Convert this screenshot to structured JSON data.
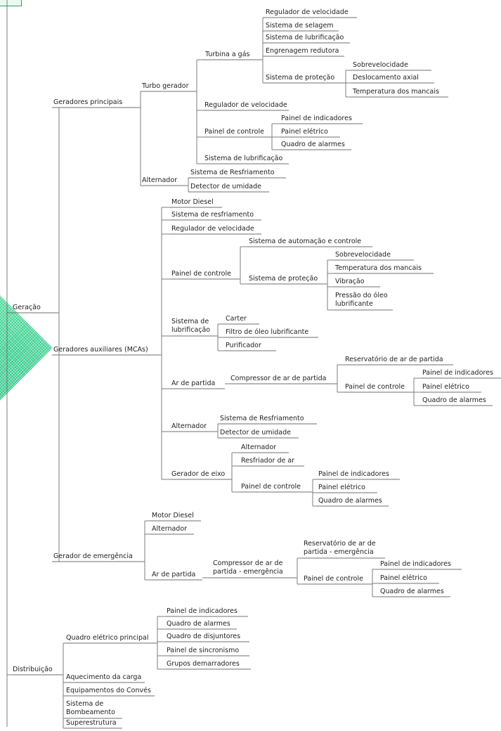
{
  "colors": {
    "diamond": "#19c07a",
    "line": "#6f6f6f"
  },
  "tree": {
    "label": "",
    "children": [
      {
        "label": "Geração",
        "children": [
          {
            "label": "Geradores principais",
            "children": [
              {
                "label": "Turbo gerador",
                "children": [
                  {
                    "label": "Turbina a gás",
                    "children": [
                      {
                        "label": "Regulador de velocidade"
                      },
                      {
                        "label": "Sistema de selagem"
                      },
                      {
                        "label": "Sistema de lubrificação"
                      },
                      {
                        "label": "Engrenagem redutora"
                      },
                      {
                        "label": "Sistema de proteção",
                        "children": [
                          {
                            "label": "Sobrevelocidade"
                          },
                          {
                            "label": "Deslocamento axial"
                          },
                          {
                            "label": "Temperatura dos mancais"
                          }
                        ]
                      }
                    ]
                  },
                  {
                    "label": "Regulador de velocidade"
                  },
                  {
                    "label": "Painel de controle",
                    "children": [
                      {
                        "label": "Painel de indicadores"
                      },
                      {
                        "label": "Painel elétrico"
                      },
                      {
                        "label": "Quadro de alarmes"
                      }
                    ]
                  },
                  {
                    "label": "Sistema de lubrificação"
                  }
                ]
              },
              {
                "label": "Alternador",
                "children": [
                  {
                    "label": "Sistema de Resfriamento"
                  },
                  {
                    "label": "Detector de umidade"
                  }
                ]
              }
            ]
          },
          {
            "label": "Geradores auxiliares (MCAs)",
            "children": [
              {
                "label": "Motor Diesel"
              },
              {
                "label": "Sistema de resfriamento"
              },
              {
                "label": "Regulador de velocidade"
              },
              {
                "label": "Painel de controle",
                "children": [
                  {
                    "label": "Sistema de automação e controle"
                  },
                  {
                    "label": "Sistema de proteção",
                    "children": [
                      {
                        "label": "Sobrevelocidade"
                      },
                      {
                        "label": "Temperatura dos mancais"
                      },
                      {
                        "label": "Vibração"
                      },
                      {
                        "label": "Pressão do óleo lubrificante"
                      }
                    ]
                  }
                ]
              },
              {
                "label": "Sistema de lubrificação",
                "children": [
                  {
                    "label": "Carter"
                  },
                  {
                    "label": "Filtro de óleo lubrificante"
                  },
                  {
                    "label": "Purificador"
                  }
                ]
              },
              {
                "label": "Ar de partida",
                "children": [
                  {
                    "label": "Compressor de ar de partida",
                    "children": [
                      {
                        "label": "Reservatório de ar de partida"
                      },
                      {
                        "label": "Painel de controle",
                        "children": [
                          {
                            "label": "Painel de indicadores"
                          },
                          {
                            "label": "Painel elétrico"
                          },
                          {
                            "label": "Quadro de alarmes"
                          }
                        ]
                      }
                    ]
                  }
                ]
              },
              {
                "label": "Alternador",
                "children": [
                  {
                    "label": "Sistema de Resfriamento"
                  },
                  {
                    "label": "Detector de umidade"
                  }
                ]
              },
              {
                "label": "Gerador de eixo",
                "children": [
                  {
                    "label": "Alternador"
                  },
                  {
                    "label": "Resfriador de ar"
                  },
                  {
                    "label": "Painel de controle",
                    "children": [
                      {
                        "label": "Painel de indicadores"
                      },
                      {
                        "label": "Painel elétrico"
                      },
                      {
                        "label": "Quadro de alarmes"
                      }
                    ]
                  }
                ]
              }
            ]
          },
          {
            "label": "Gerador de emergência",
            "children": [
              {
                "label": "Motor Diesel"
              },
              {
                "label": "Alternador"
              },
              {
                "label": "Ar de partida",
                "children": [
                  {
                    "label": "Compressor de ar de partida - emergência",
                    "children": [
                      {
                        "label": "Reservatório de ar de partida - emergência"
                      },
                      {
                        "label": "Painel de controle",
                        "children": [
                          {
                            "label": "Painel de indicadores"
                          },
                          {
                            "label": "Painel elétrico"
                          },
                          {
                            "label": "Quadro de alarmes"
                          }
                        ]
                      }
                    ]
                  }
                ]
              }
            ]
          }
        ]
      },
      {
        "label": "Distribuição",
        "children": [
          {
            "label": "Quadro elétrico principal",
            "children": [
              {
                "label": "Painel de indicadores"
              },
              {
                "label": "Quadro de alarmes"
              },
              {
                "label": "Quadro de disjuntores"
              },
              {
                "label": "Painel de sincronismo"
              },
              {
                "label": "Grupos demarradores"
              }
            ]
          },
          {
            "label": "Aquecimento da carga"
          },
          {
            "label": "Equipamentos do Convés"
          },
          {
            "label": "Sistema de Bombeamento"
          },
          {
            "label": "Superestrutura"
          }
        ]
      }
    ]
  }
}
